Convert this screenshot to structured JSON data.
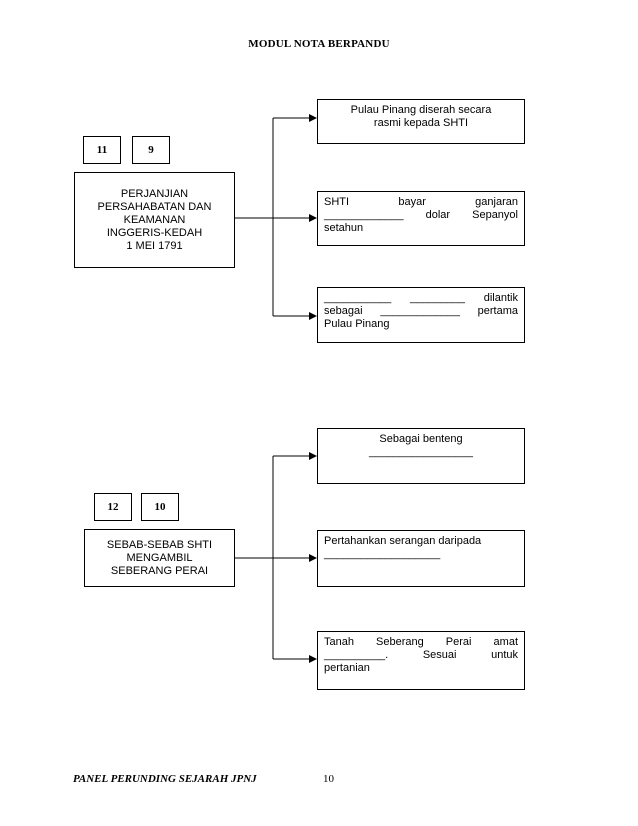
{
  "header": {
    "title": "MODUL NOTA BERPANDU"
  },
  "section1": {
    "num_a": "11",
    "num_b": "9",
    "main_box": [
      "PERJANJIAN",
      "PERSAHABATAN DAN",
      "KEAMANAN",
      "INGGERIS-KEDAH",
      "1 MEI 1791"
    ],
    "box1": [
      "Pulau Pinang diserah secara",
      "rasmi kepada SHTI"
    ],
    "box2": [
      "SHTI        bayar        ganjaran",
      "_____________  dolar  Sepanyol",
      "setahun"
    ],
    "box3": [
      "___________ _________ dilantik",
      "sebagai _____________ pertama",
      "Pulau Pinang"
    ]
  },
  "section2": {
    "num_a": "12",
    "num_b": "10",
    "main_box": [
      "SEBAB-SEBAB SHTI",
      "MENGAMBIL",
      "SEBERANG PERAI"
    ],
    "box1": [
      "Sebagai benteng",
      "_________________"
    ],
    "box2": [
      "Pertahankan serangan daripada",
      "___________________"
    ],
    "box3": [
      "Tanah  Seberang  Perai    amat",
      "__________.    Sesuai    untuk",
      "pertanian"
    ]
  },
  "footer": {
    "left": "PANEL PERUNDING SEJARAH JPNJ",
    "page": "10"
  }
}
